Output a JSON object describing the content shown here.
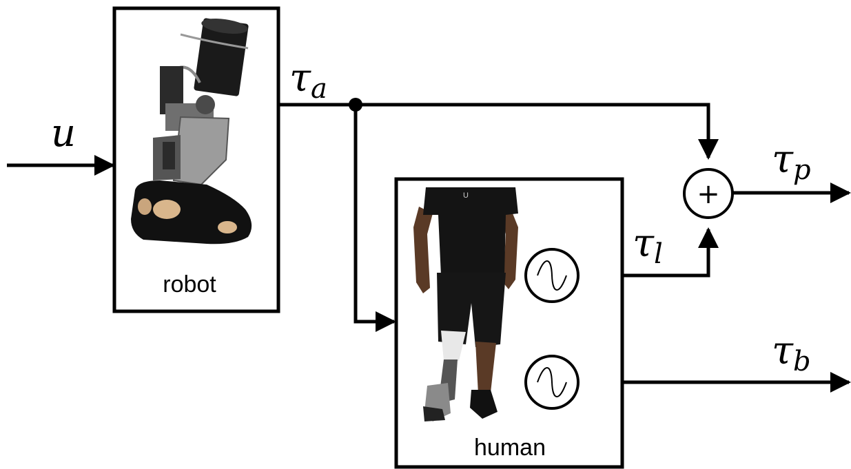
{
  "signals": {
    "input": {
      "base": "u",
      "sub": ""
    },
    "actuator": {
      "base": "τ",
      "sub": "a"
    },
    "prosthesis": {
      "base": "τ",
      "sub": "p"
    },
    "limb": {
      "base": "τ",
      "sub": "l"
    },
    "body": {
      "base": "τ",
      "sub": "b"
    }
  },
  "blocks": {
    "robot": {
      "label": "robot"
    },
    "human": {
      "label": "human"
    }
  },
  "summing_junction": {
    "symbol": "+"
  },
  "icons": {
    "robot_image": "prosthetic-ankle-robot",
    "human_image": "human-with-prosthesis",
    "source_1": "sine-source-icon",
    "source_2": "sine-source-icon"
  }
}
